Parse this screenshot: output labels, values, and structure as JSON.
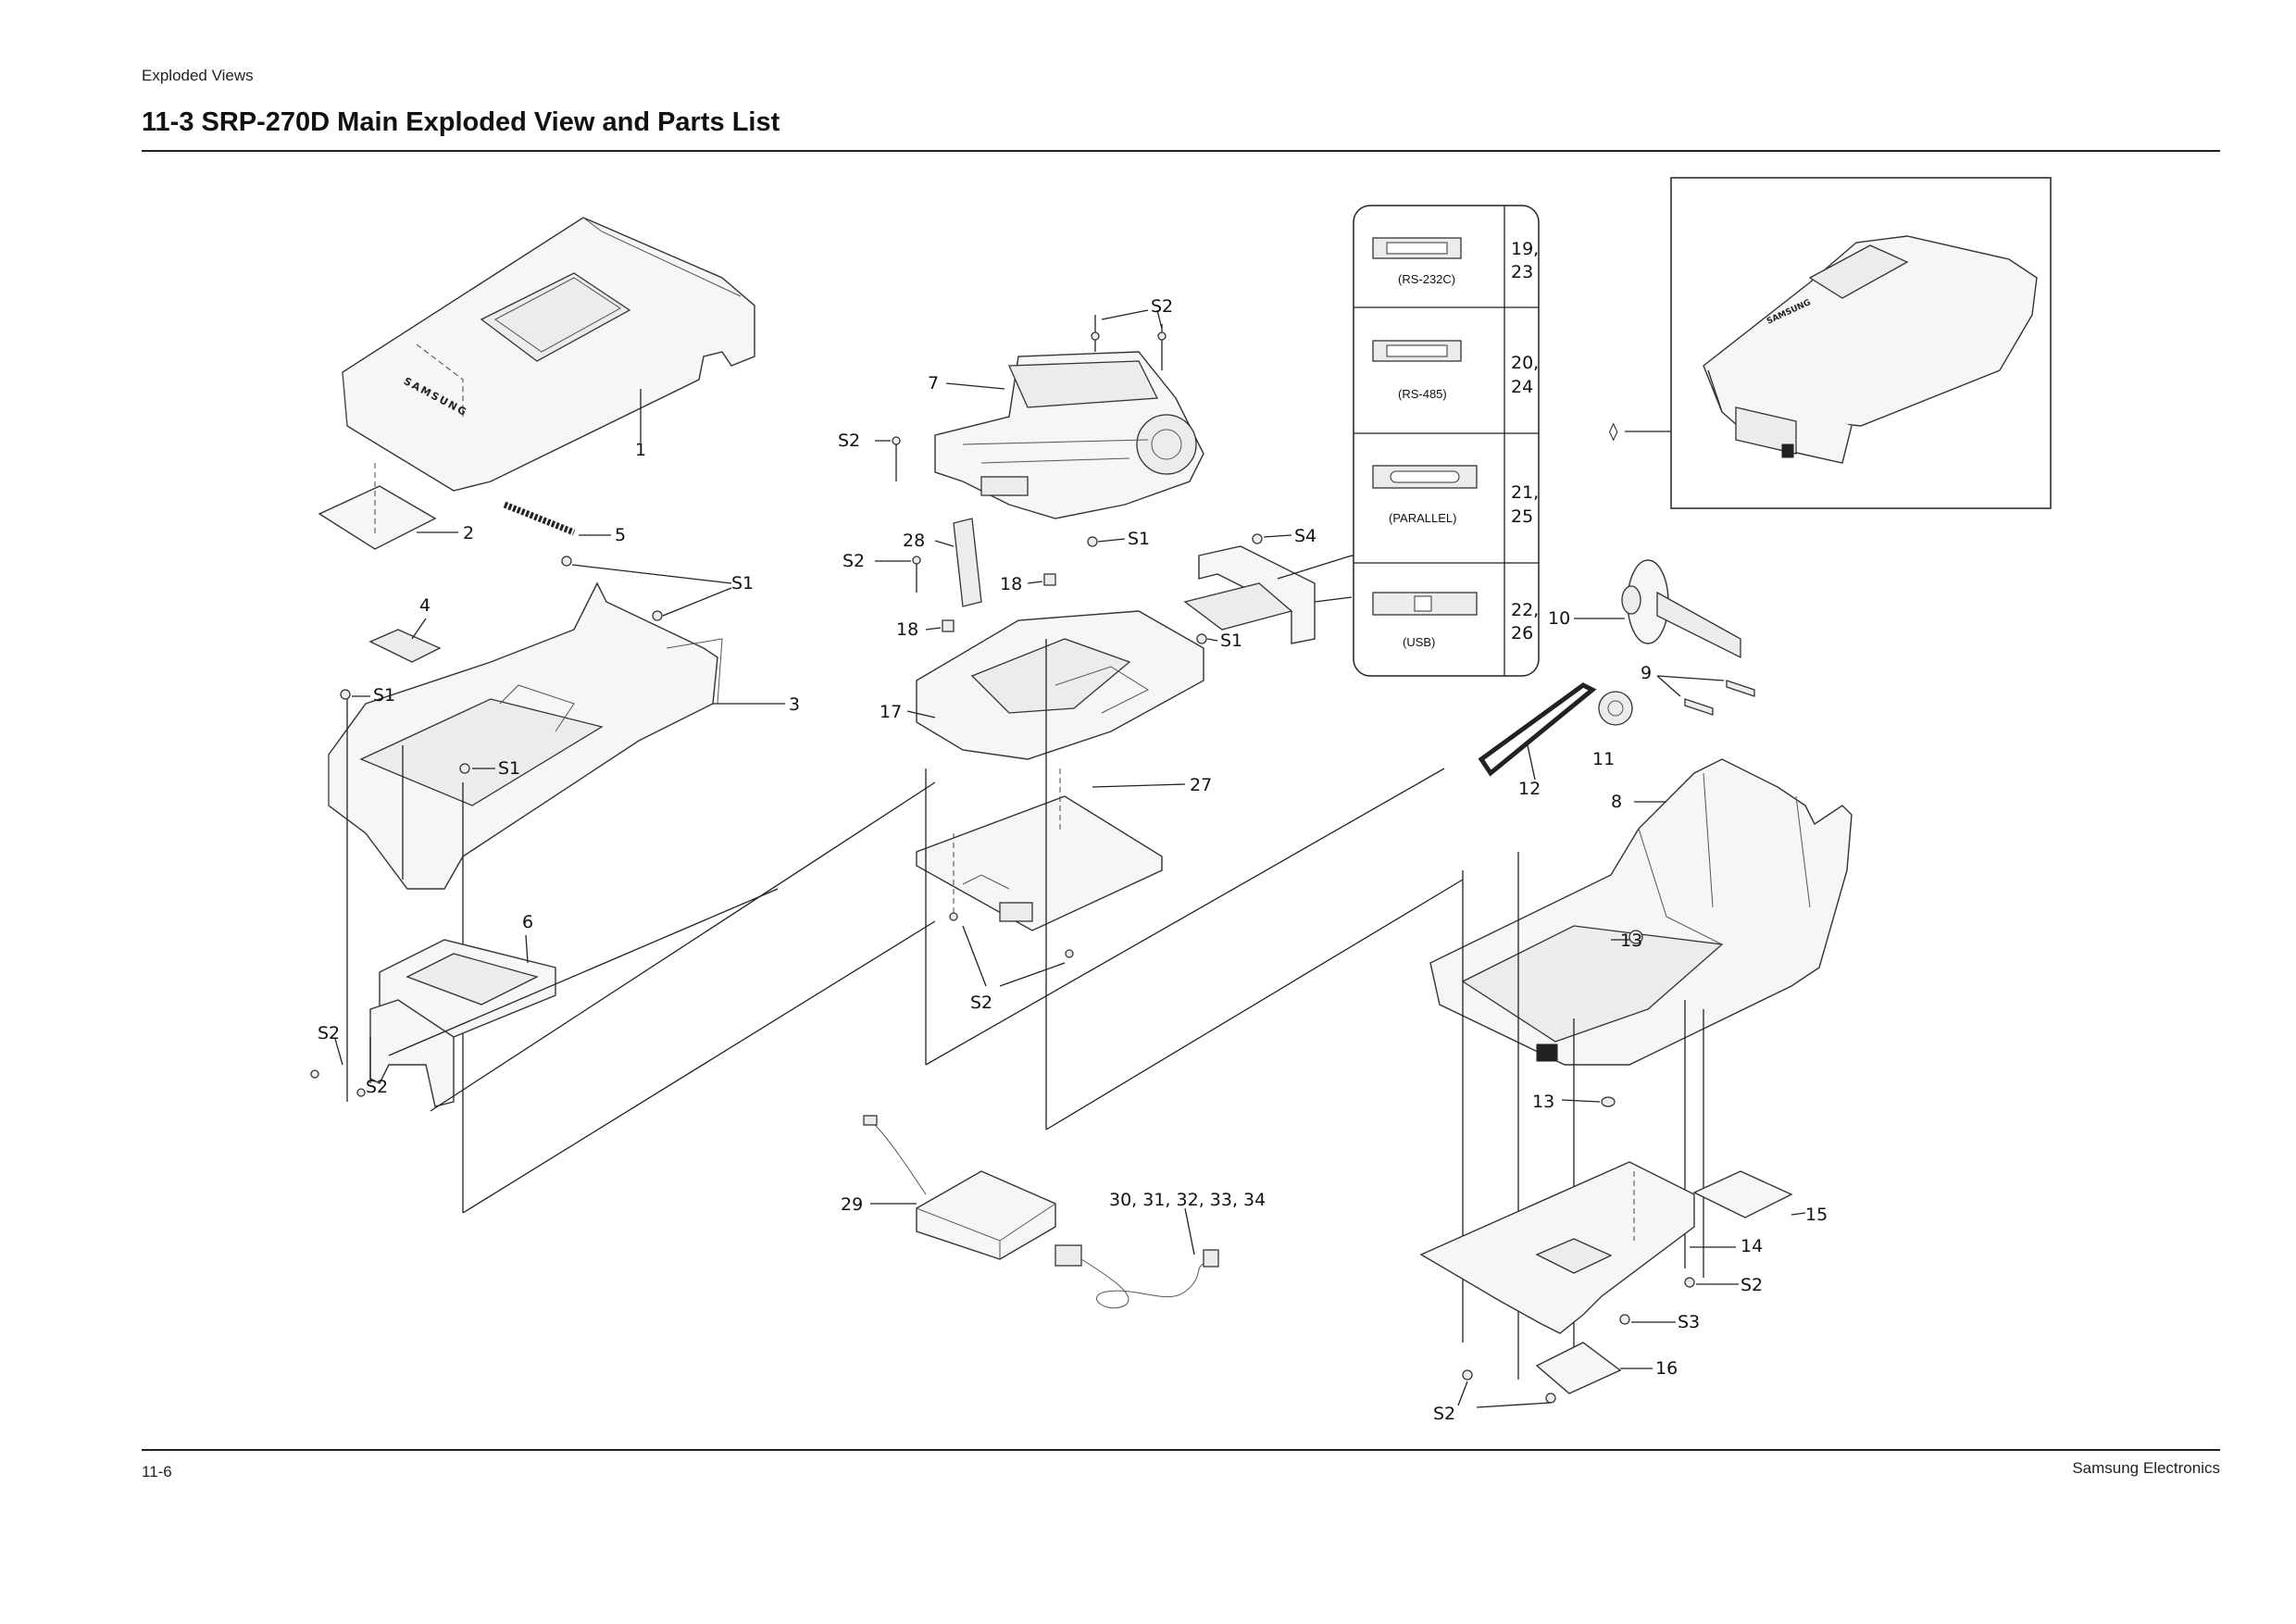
{
  "header": {
    "section": "Exploded Views",
    "title": "11-3  SRP-270D Main Exploded View and Parts List"
  },
  "footer": {
    "page": "11-6",
    "company": "Samsung Electronics"
  },
  "brand_mark": "SAMSUNG",
  "interface_table": [
    {
      "port": "(RS-232C)",
      "parts": [
        "19,",
        "23"
      ]
    },
    {
      "port": "(RS-485)",
      "parts": [
        "20,",
        "24"
      ]
    },
    {
      "port": "(PARALLEL)",
      "parts": [
        "21,",
        "25"
      ]
    },
    {
      "port": "(USB)",
      "parts": [
        "22,",
        "26"
      ]
    }
  ],
  "callouts": {
    "p1": "1",
    "p2": "2",
    "p3": "3",
    "p4": "4",
    "p5": "5",
    "p6": "6",
    "p7": "7",
    "p8": "8",
    "p9": "9",
    "p10": "10",
    "p11": "11",
    "p12": "12",
    "p13a": "13",
    "p13b": "13",
    "p14": "14",
    "p15": "15",
    "p16": "16",
    "p17": "17",
    "p18a": "18",
    "p18b": "18",
    "p27": "27",
    "p28": "28",
    "p29": "29",
    "p30": "30, 31, 32, 33, 34",
    "s1a": "S1",
    "s1b": "S1",
    "s1c": "S1",
    "s1d": "S1",
    "s1e": "S1",
    "s2a": "S2",
    "s2b": "S2",
    "s2c": "S2",
    "s2d": "S2",
    "s2e": "S2",
    "s2f": "S2",
    "s2g": "S2",
    "s2h": "S2",
    "s3": "S3",
    "s4": "S4",
    "diamond": "◊"
  }
}
